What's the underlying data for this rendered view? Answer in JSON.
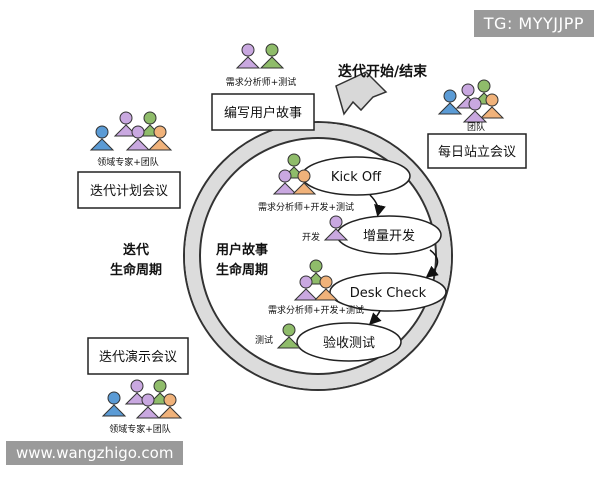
{
  "watermarks": {
    "top_right": "TG: MYYJJPP",
    "bottom_left": "www.wangzhigo.com"
  },
  "iteration": {
    "arrow_label": "迭代开始/结束",
    "cycle_label_line1": "迭代",
    "cycle_label_line2": "生命周期",
    "boxes": {
      "write_story": "编写用户故事",
      "daily_standup": "每日站立会议",
      "planning": "迭代计划会议",
      "demo": "迭代演示会议"
    },
    "roles": {
      "write_story": "需求分析师+测试",
      "daily_standup": "团队",
      "planning": "领域专家+团队",
      "demo": "领域专家+团队"
    }
  },
  "story": {
    "cycle_label_line1": "用户故事",
    "cycle_label_line2": "生命周期",
    "steps": {
      "kickoff": "Kick Off",
      "develop": "增量开发",
      "desk_check": "Desk Check",
      "acceptance": "验收测试"
    },
    "roles": {
      "kickoff": "需求分析师+开发+测试",
      "develop": "开发",
      "desk_check": "需求分析师+开发+测试",
      "acceptance": "测试"
    }
  },
  "colors": {
    "person_blue": "#5b9bd5",
    "person_purple": "#c9a8e0",
    "person_green": "#8fbc6a",
    "person_orange": "#f0b27a",
    "ring_gray": "#dcdcdc",
    "arrow_gray": "#b0b0b0"
  }
}
